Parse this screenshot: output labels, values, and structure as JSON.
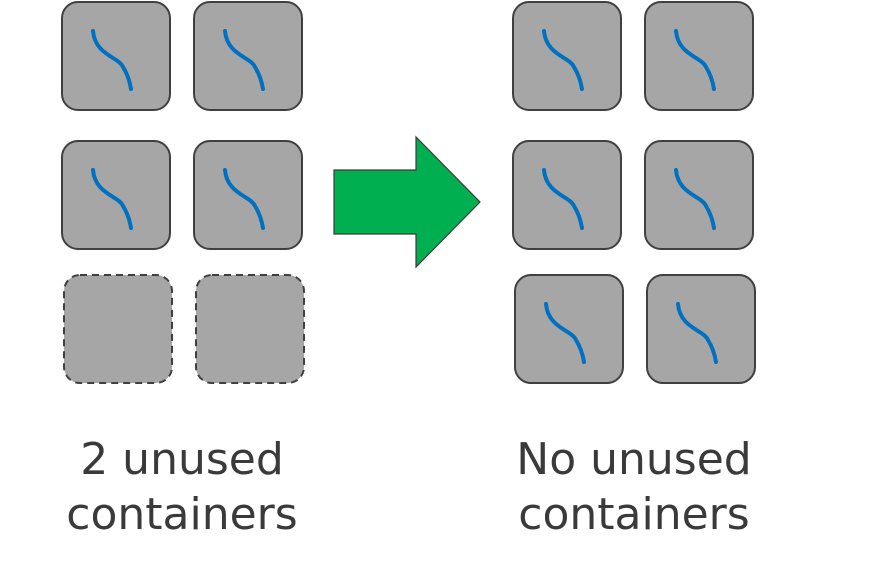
{
  "left_group": {
    "caption": [
      "2 unused",
      "containers"
    ],
    "slots": [
      {
        "state": "used",
        "icon": "function-curve-icon"
      },
      {
        "state": "used",
        "icon": "function-curve-icon"
      },
      {
        "state": "used",
        "icon": "function-curve-icon"
      },
      {
        "state": "used",
        "icon": "function-curve-icon"
      },
      {
        "state": "unused"
      },
      {
        "state": "unused"
      }
    ]
  },
  "right_group": {
    "caption": [
      "No unused",
      "containers"
    ],
    "slots": [
      {
        "state": "used",
        "icon": "function-curve-icon"
      },
      {
        "state": "used",
        "icon": "function-curve-icon"
      },
      {
        "state": "used",
        "icon": "function-curve-icon"
      },
      {
        "state": "used",
        "icon": "function-curve-icon"
      },
      {
        "state": "used",
        "icon": "function-curve-icon"
      },
      {
        "state": "used",
        "icon": "function-curve-icon"
      }
    ]
  },
  "arrow": {
    "icon": "right-arrow-icon",
    "color": "#00b050"
  },
  "colors": {
    "container_fill": "#a6a6a6",
    "container_border": "#404040",
    "curve": "#0070c0"
  }
}
